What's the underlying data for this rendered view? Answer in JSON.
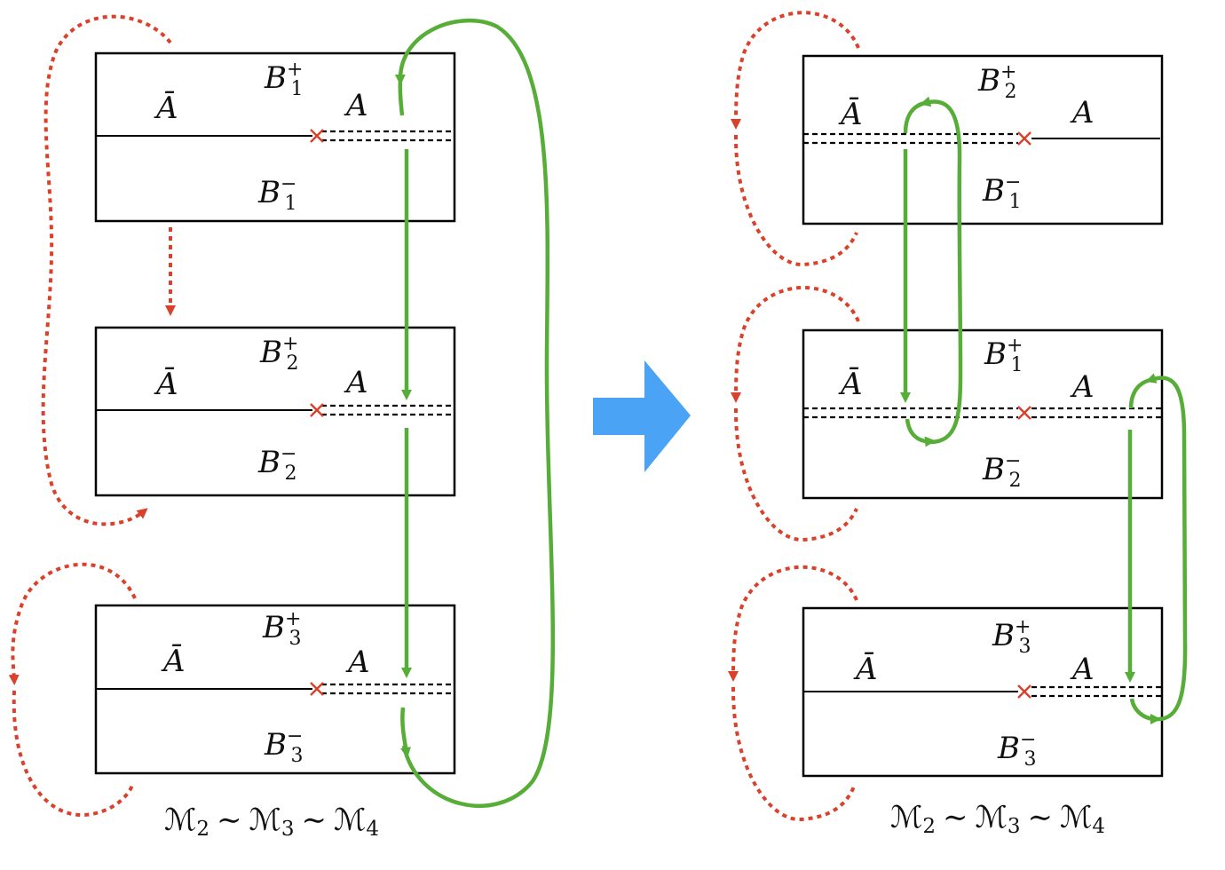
{
  "labels": {
    "left": {
      "s1": {
        "top": "B",
        "top_sub": "1",
        "top_sup": "+",
        "abar": "Ā",
        "a": "A",
        "bot": "B",
        "bot_sub": "1",
        "bot_sup": "−"
      },
      "s2": {
        "top": "B",
        "top_sub": "2",
        "top_sup": "+",
        "abar": "Ā",
        "a": "A",
        "bot": "B",
        "bot_sub": "2",
        "bot_sup": "−"
      },
      "s3": {
        "top": "B",
        "top_sub": "3",
        "top_sup": "+",
        "abar": "Ā",
        "a": "A",
        "bot": "B",
        "bot_sub": "3",
        "bot_sup": "−"
      }
    },
    "right": {
      "s1": {
        "top": "B",
        "top_sub": "2",
        "top_sup": "+",
        "abar": "Ā",
        "a": "A",
        "bot": "B",
        "bot_sub": "1",
        "bot_sup": "−"
      },
      "s2": {
        "top": "B",
        "top_sub": "1",
        "top_sup": "+",
        "abar": "Ā",
        "a": "A",
        "bot": "B",
        "bot_sub": "2",
        "bot_sup": "−"
      },
      "s3": {
        "top": "B",
        "top_sub": "3",
        "top_sup": "+",
        "abar": "Ā",
        "a": "A",
        "bot": "B",
        "bot_sub": "3",
        "bot_sup": "−"
      }
    }
  },
  "caption": {
    "m": "ℳ",
    "sub2": "2",
    "sub3": "3",
    "sub4": "4",
    "sim": "∼"
  },
  "colors": {
    "red": "#d9412b",
    "green": "#56ad37",
    "blue_arrow": "#4aa3f5",
    "line": "#000000"
  },
  "icons": {
    "transform_arrow": "right-arrow-icon",
    "branch_point": "cross-icon"
  }
}
